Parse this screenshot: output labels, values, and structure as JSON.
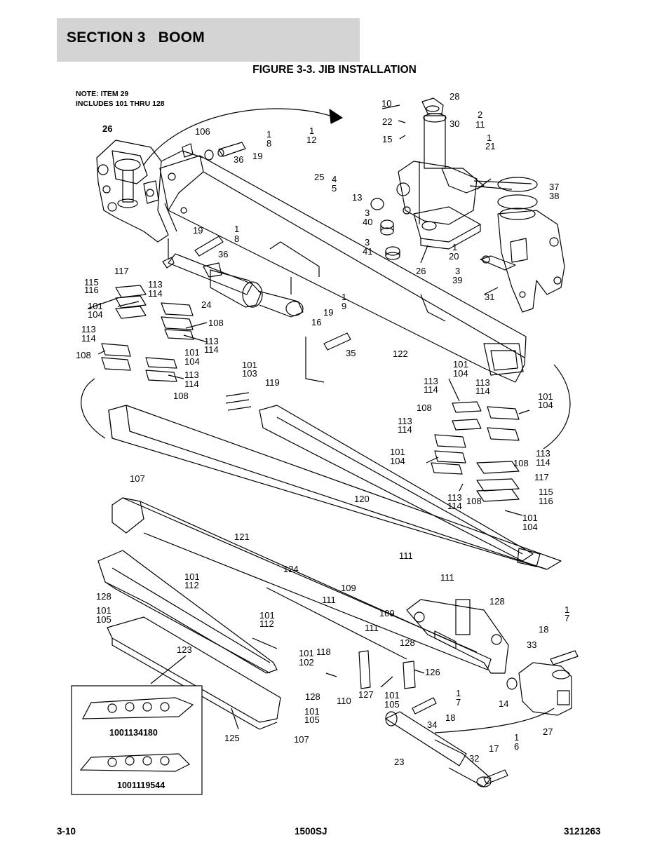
{
  "header": {
    "section": "SECTION 3   BOOM"
  },
  "figure": {
    "title": "FIGURE 3-3. JIB INSTALLATION"
  },
  "note": {
    "line1": "NOTE: ITEM 29",
    "line2": "INCLUDES 101 THRU 128"
  },
  "callouts": [
    {
      "id": "c1",
      "text": "26",
      "bold": true
    },
    {
      "id": "c2",
      "text": "106"
    },
    {
      "id": "c3",
      "text": "1"
    },
    {
      "id": "c4",
      "text": "8"
    },
    {
      "id": "c5",
      "text": "36"
    },
    {
      "id": "c6",
      "text": "19"
    },
    {
      "id": "c7",
      "text": "10"
    },
    {
      "id": "c8",
      "text": "28"
    },
    {
      "id": "c9",
      "text": "22"
    },
    {
      "id": "c10",
      "text": "30"
    },
    {
      "id": "c11",
      "text": "2"
    },
    {
      "id": "c12",
      "text": "11"
    },
    {
      "id": "c13",
      "text": "15"
    },
    {
      "id": "c14",
      "text": "1"
    },
    {
      "id": "c15",
      "text": "21"
    },
    {
      "id": "c16",
      "text": "1"
    },
    {
      "id": "c17",
      "text": "12"
    },
    {
      "id": "c18",
      "text": "25"
    },
    {
      "id": "c19",
      "text": "4"
    },
    {
      "id": "c20",
      "text": "5"
    },
    {
      "id": "c21",
      "text": "37"
    },
    {
      "id": "c22",
      "text": "38"
    },
    {
      "id": "c23",
      "text": "13"
    },
    {
      "id": "c24",
      "text": "3"
    },
    {
      "id": "c25",
      "text": "40"
    },
    {
      "id": "c26",
      "text": "3"
    },
    {
      "id": "c27",
      "text": "41"
    },
    {
      "id": "c28",
      "text": "1"
    },
    {
      "id": "c29",
      "text": "20"
    },
    {
      "id": "c30",
      "text": "26"
    },
    {
      "id": "c31",
      "text": "3"
    },
    {
      "id": "c32",
      "text": "39"
    },
    {
      "id": "c33",
      "text": "31"
    },
    {
      "id": "c34",
      "text": "19"
    },
    {
      "id": "c35",
      "text": "1"
    },
    {
      "id": "c36",
      "text": "8"
    },
    {
      "id": "c37",
      "text": "36"
    },
    {
      "id": "c38",
      "text": "117"
    },
    {
      "id": "c39",
      "text": "115"
    },
    {
      "id": "c40",
      "text": "116"
    },
    {
      "id": "c41",
      "text": "113"
    },
    {
      "id": "c42",
      "text": "114"
    },
    {
      "id": "c43",
      "text": "24"
    },
    {
      "id": "c44",
      "text": "101"
    },
    {
      "id": "c45",
      "text": "104"
    },
    {
      "id": "c46",
      "text": "108"
    },
    {
      "id": "c47",
      "text": "113"
    },
    {
      "id": "c48",
      "text": "114"
    },
    {
      "id": "c49",
      "text": "113"
    },
    {
      "id": "c50",
      "text": "114"
    },
    {
      "id": "c51",
      "text": "101"
    },
    {
      "id": "c52",
      "text": "104"
    },
    {
      "id": "c53",
      "text": "108"
    },
    {
      "id": "c54",
      "text": "113"
    },
    {
      "id": "c55",
      "text": "114"
    },
    {
      "id": "c56",
      "text": "108"
    },
    {
      "id": "c57",
      "text": "1"
    },
    {
      "id": "c58",
      "text": "9"
    },
    {
      "id": "c59",
      "text": "19"
    },
    {
      "id": "c60",
      "text": "16"
    },
    {
      "id": "c61",
      "text": "35"
    },
    {
      "id": "c62",
      "text": "122"
    },
    {
      "id": "c63",
      "text": "101"
    },
    {
      "id": "c64",
      "text": "103"
    },
    {
      "id": "c65",
      "text": "119"
    },
    {
      "id": "c66",
      "text": "101"
    },
    {
      "id": "c67",
      "text": "104"
    },
    {
      "id": "c68",
      "text": "113"
    },
    {
      "id": "c69",
      "text": "114"
    },
    {
      "id": "c70",
      "text": "113"
    },
    {
      "id": "c71",
      "text": "114"
    },
    {
      "id": "c72",
      "text": "101"
    },
    {
      "id": "c73",
      "text": "104"
    },
    {
      "id": "c74",
      "text": "108"
    },
    {
      "id": "c75",
      "text": "113"
    },
    {
      "id": "c76",
      "text": "114"
    },
    {
      "id": "c77",
      "text": "113"
    },
    {
      "id": "c78",
      "text": "114"
    },
    {
      "id": "c79",
      "text": "101"
    },
    {
      "id": "c80",
      "text": "104"
    },
    {
      "id": "c81",
      "text": "108"
    },
    {
      "id": "c82",
      "text": "117"
    },
    {
      "id": "c83",
      "text": "115"
    },
    {
      "id": "c84",
      "text": "116"
    },
    {
      "id": "c85",
      "text": "113"
    },
    {
      "id": "c86",
      "text": "114"
    },
    {
      "id": "c87",
      "text": "108"
    },
    {
      "id": "c88",
      "text": "101"
    },
    {
      "id": "c89",
      "text": "104"
    },
    {
      "id": "c90",
      "text": "107"
    },
    {
      "id": "c91",
      "text": "120"
    },
    {
      "id": "c92",
      "text": "121"
    },
    {
      "id": "c93",
      "text": "111"
    },
    {
      "id": "c94",
      "text": "111"
    },
    {
      "id": "c95",
      "text": "101"
    },
    {
      "id": "c96",
      "text": "112"
    },
    {
      "id": "c97",
      "text": "124"
    },
    {
      "id": "c98",
      "text": "109"
    },
    {
      "id": "c99",
      "text": "128"
    },
    {
      "id": "c100",
      "text": "128"
    },
    {
      "id": "c101",
      "text": "111"
    },
    {
      "id": "c102",
      "text": "109"
    },
    {
      "id": "c103",
      "text": "1"
    },
    {
      "id": "c104",
      "text": "7"
    },
    {
      "id": "c105",
      "text": "101"
    },
    {
      "id": "c106",
      "text": "105"
    },
    {
      "id": "c107",
      "text": "111"
    },
    {
      "id": "c108",
      "text": "101"
    },
    {
      "id": "c109",
      "text": "112"
    },
    {
      "id": "c110",
      "text": "18"
    },
    {
      "id": "c111",
      "text": "128"
    },
    {
      "id": "c112",
      "text": "123"
    },
    {
      "id": "c113",
      "text": "33"
    },
    {
      "id": "c114",
      "text": "101"
    },
    {
      "id": "c115",
      "text": "102"
    },
    {
      "id": "c116",
      "text": "118"
    },
    {
      "id": "c117",
      "text": "126"
    },
    {
      "id": "c118",
      "text": "127"
    },
    {
      "id": "c119",
      "text": "110"
    },
    {
      "id": "c120",
      "text": "128"
    },
    {
      "id": "c121",
      "text": "101"
    },
    {
      "id": "c122",
      "text": "105"
    },
    {
      "id": "c123",
      "text": "1"
    },
    {
      "id": "c124",
      "text": "7"
    },
    {
      "id": "c125",
      "text": "14"
    },
    {
      "id": "c126",
      "text": "101"
    },
    {
      "id": "c127",
      "text": "105"
    },
    {
      "id": "c128",
      "text": "18"
    },
    {
      "id": "c129",
      "text": "34"
    },
    {
      "id": "c130",
      "text": "27"
    },
    {
      "id": "c131",
      "text": "125"
    },
    {
      "id": "c132",
      "text": "107"
    },
    {
      "id": "c133",
      "text": "1"
    },
    {
      "id": "c134",
      "text": "6"
    },
    {
      "id": "c135",
      "text": "17"
    },
    {
      "id": "c136",
      "text": "32"
    },
    {
      "id": "c137",
      "text": "23"
    }
  ],
  "inset": {
    "part_a": "1001134180",
    "part_b": "1001119544"
  },
  "footer": {
    "page": "3-10",
    "model": "1500SJ",
    "doc_number": "3121263"
  }
}
